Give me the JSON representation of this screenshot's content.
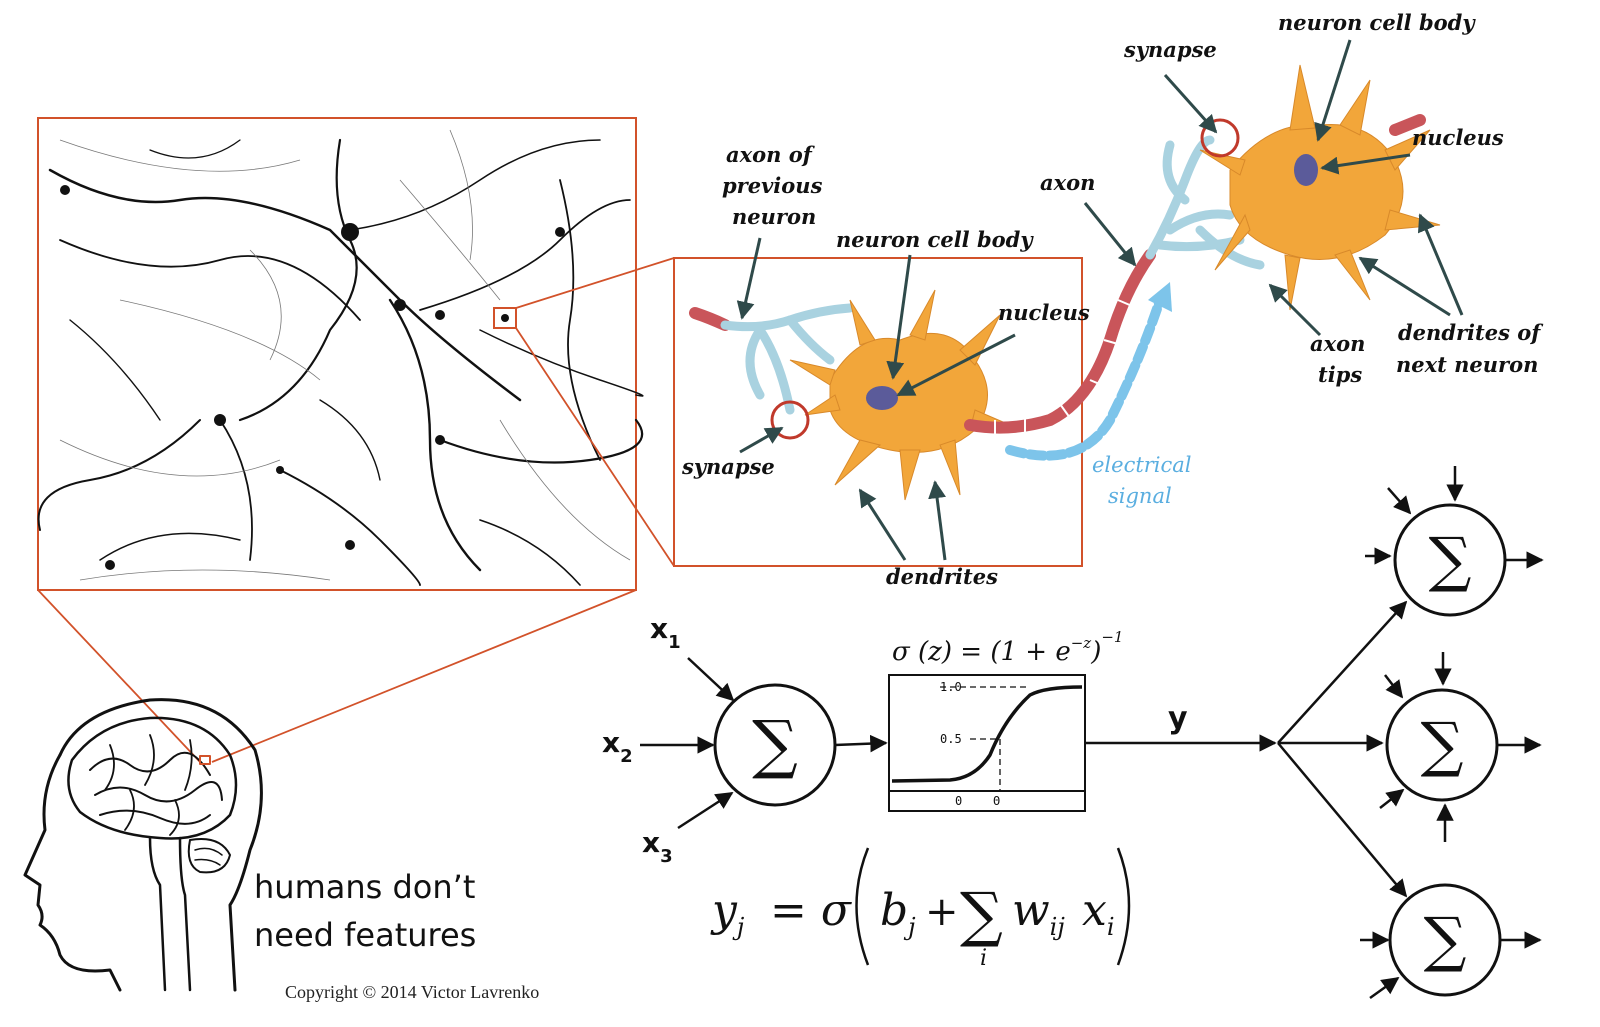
{
  "labels": {
    "axon_prev_1": "axon of",
    "axon_prev_2": "previous",
    "axon_prev_3": "neuron",
    "cell_body_1": "neuron cell body",
    "nucleus_1": "nucleus",
    "synapse_1": "synapse",
    "dendrites_1": "dendrites",
    "electrical_1": "electrical",
    "electrical_2": "signal",
    "axon": "axon",
    "synapse_2": "synapse",
    "cell_body_2": "neuron cell body",
    "nucleus_2": "nucleus",
    "axon_tips_1": "axon",
    "axon_tips_2": "tips",
    "dendrites_next_1": "dendrites of",
    "dendrites_next_2": "next neuron"
  },
  "caption": {
    "line1": "humans don’t",
    "line2": "need features"
  },
  "copyright": "Copyright © 2014 Victor Lavrenko",
  "perceptron": {
    "inputs": [
      "x",
      "x",
      "x"
    ],
    "input_subs": [
      "1",
      "2",
      "3"
    ],
    "sum_symbol": "∑",
    "output": "y",
    "sigmoid_formula": {
      "lhs": "σ (z) = (1 + e",
      "exp": "−z",
      "close": ")",
      "outer_exp": "−1"
    },
    "plot_ticks": {
      "y_top": "1.0",
      "y_mid": "0.5",
      "x_zero": "0",
      "x_theta": "Θ"
    },
    "equation": {
      "y": "y",
      "y_sub": "j",
      "eq": "= σ",
      "b": "b",
      "b_sub": "j",
      "plus": "+",
      "sum": "∑",
      "sum_sub": "i",
      "w": "w",
      "w_sub": "ij",
      "x": "x",
      "x_sub": "i"
    }
  },
  "colors": {
    "frame": "#d2522a",
    "cell": "#f2a63a",
    "axon": "#c9555a",
    "dendrite_blue": "#a9d2e0",
    "signal": "#7dc4ea",
    "nucleus": "#5b5b9a"
  }
}
